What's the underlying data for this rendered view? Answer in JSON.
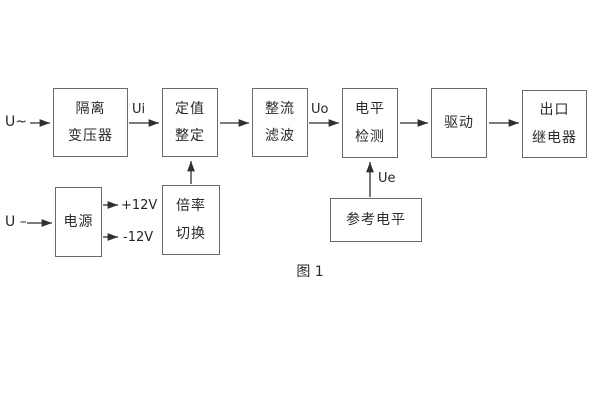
{
  "figure": {
    "caption": "图 1",
    "labels": {
      "input_ac": "U~",
      "input_dc": "U –",
      "ui": "Ui",
      "uo": "Uo",
      "ue": "Ue",
      "rail_pos": "+12V",
      "rail_neg": "-12V"
    },
    "blocks": {
      "isolation_transformer": {
        "line1": "隔离",
        "line2": "变压器"
      },
      "setpoint_adjust": {
        "line1": "定值",
        "line2": "整定"
      },
      "rectifier_filter": {
        "line1": "整流",
        "line2": "滤波"
      },
      "level_detect": {
        "line1": "电平",
        "line2": "检测"
      },
      "drive": {
        "line1": "驱动"
      },
      "output_relay": {
        "line1": "出口",
        "line2": "继电器"
      },
      "power_supply": {
        "line1": "电源"
      },
      "multiplier_switch": {
        "line1": "倍率",
        "line2": "切换"
      },
      "reference_level": {
        "line1": "参考电平"
      }
    },
    "colors": {
      "background": "#ffffff",
      "box_border": "#6a6a6a",
      "text": "#2b2b2b",
      "arrow": "#2f2f2f"
    }
  }
}
